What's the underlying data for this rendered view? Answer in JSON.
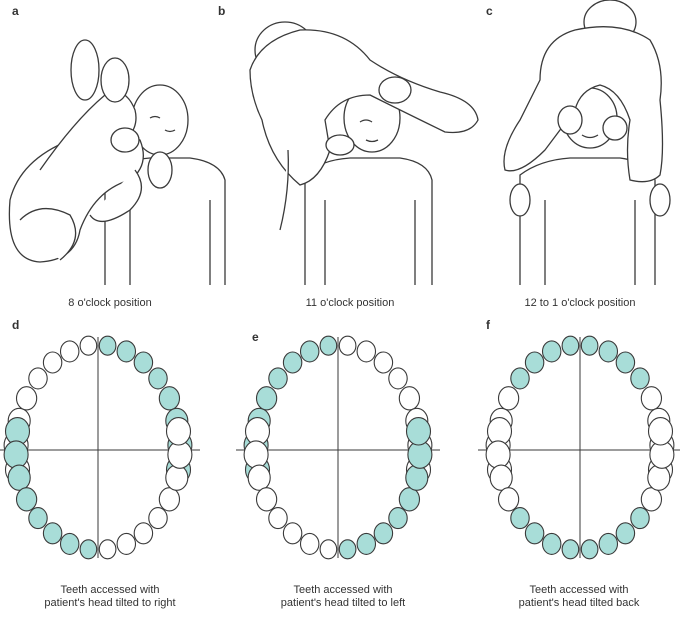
{
  "colors": {
    "line": "#3a3a3a",
    "highlight": "#a8ddd8",
    "background": "#ffffff"
  },
  "panels": [
    {
      "letter": "a",
      "caption": "8 o'clock position"
    },
    {
      "letter": "b",
      "caption": "11 o'clock position"
    },
    {
      "letter": "c",
      "caption": "12 to 1 o'clock position"
    },
    {
      "letter": "d",
      "caption_line1": "Teeth accessed with",
      "caption_line2": "patient's head tilted to right",
      "highlighted_upper": [
        9,
        10,
        11,
        12,
        13,
        14,
        15,
        16
      ],
      "highlighted_lower": [
        1,
        2,
        3,
        4,
        5,
        6,
        7,
        8
      ]
    },
    {
      "letter": "e",
      "caption_line1": "Teeth accessed with",
      "caption_line2": "patient's head tilted to left",
      "highlighted_upper": [
        1,
        2,
        3,
        4,
        5,
        6,
        7,
        8
      ],
      "highlighted_lower": [
        9,
        10,
        11,
        12,
        13,
        14,
        15,
        16
      ]
    },
    {
      "letter": "f",
      "caption_line1": "Teeth accessed with",
      "caption_line2": "patient's head tilted back",
      "highlighted_upper": [
        5,
        6,
        7,
        8,
        9,
        10,
        11,
        12
      ],
      "highlighted_lower": [
        5,
        6,
        7,
        8,
        9,
        10,
        11,
        12
      ]
    }
  ]
}
